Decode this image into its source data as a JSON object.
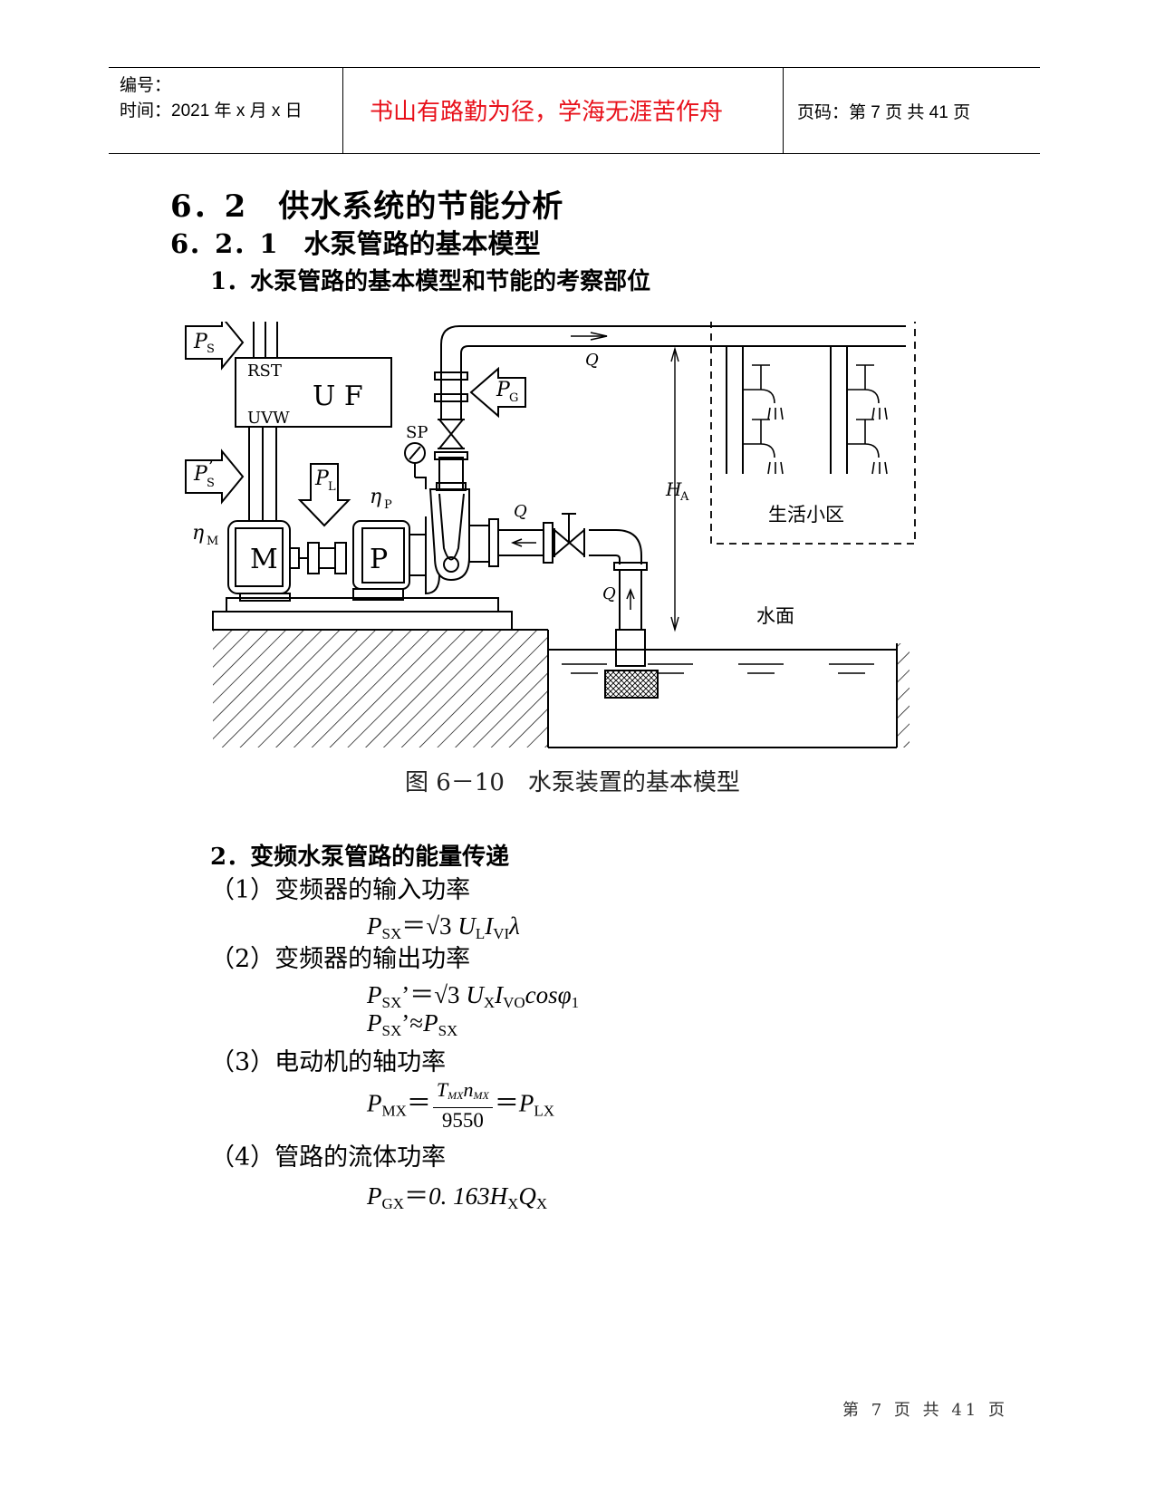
{
  "header": {
    "number_label": "编号：",
    "time_label": "时间：2021 年 x 月 x 日",
    "motto": "书山有路勤为径，学海无涯苦作舟",
    "page_label": "页码：第 7 页  共 41 页"
  },
  "section_title": "6．2　供水系统的节能分析",
  "subsection_title": "6．2．1　水泵管路的基本模型",
  "heading_1": "1．水泵管路的基本模型和节能的考察部位",
  "figure": {
    "caption": "图 6－10　水泵装置的基本模型",
    "labels": {
      "uf": "U F",
      "rst": "RST",
      "uvw": "UVW",
      "motor": "M",
      "pump": "P",
      "sp": "SP",
      "ps": "P",
      "ps_sub": "S",
      "ps2": "P",
      "ps2_sub": "S",
      "ps2_prime": "’",
      "pl": "P",
      "pl_sub": "L",
      "pg": "P",
      "pg_sub": "G",
      "eta_m": "η",
      "eta_m_sub": "M",
      "eta_p": "η",
      "eta_p_sub": "P",
      "q": "Q",
      "ha": "H",
      "ha_sub": "A",
      "community": "生活小区",
      "water_surface": "水面"
    }
  },
  "heading_2": "2．变频水泵管路的能量传递",
  "items": [
    "（1）变频器的输入功率",
    "（2）变频器的输出功率",
    "（3）电动机的轴功率",
    "（4）管路的流体功率"
  ],
  "equations": {
    "e1": {
      "lhs": "P",
      "lhs_sub": "SX",
      "eq": "＝√3",
      "u": "U",
      "u_sub": "L",
      "i": "I",
      "i_sub": "VI",
      "tail": "λ"
    },
    "e2": {
      "lhs": "P",
      "lhs_sub": "SX",
      "prime": "’",
      "eq": "＝√3",
      "u": "U",
      "u_sub": "X",
      "i": "I",
      "i_sub": "VO",
      "tail": "cosφ",
      "tail_sub": "1"
    },
    "e3": {
      "lhs": "P",
      "lhs_sub": "SX",
      "prime": "’",
      "op": "≈",
      "rhs": "P",
      "rhs_sub": "SX"
    },
    "e4": {
      "lhs": "P",
      "lhs_sub": "MX",
      "eq": "＝",
      "num_t": "T",
      "num_t_sub": "MX",
      "num_n": "n",
      "num_n_sub": "MX",
      "den": "9550",
      "eq2": "＝",
      "rhs": "P",
      "rhs_sub": "LX"
    },
    "e5": {
      "lhs": "P",
      "lhs_sub": "GX",
      "eq": "＝",
      "coef": "0. 163",
      "h": "H",
      "h_sub": "X",
      "q": "Q",
      "q_sub": "X"
    }
  },
  "footer": "第 7 页 共 41 页"
}
